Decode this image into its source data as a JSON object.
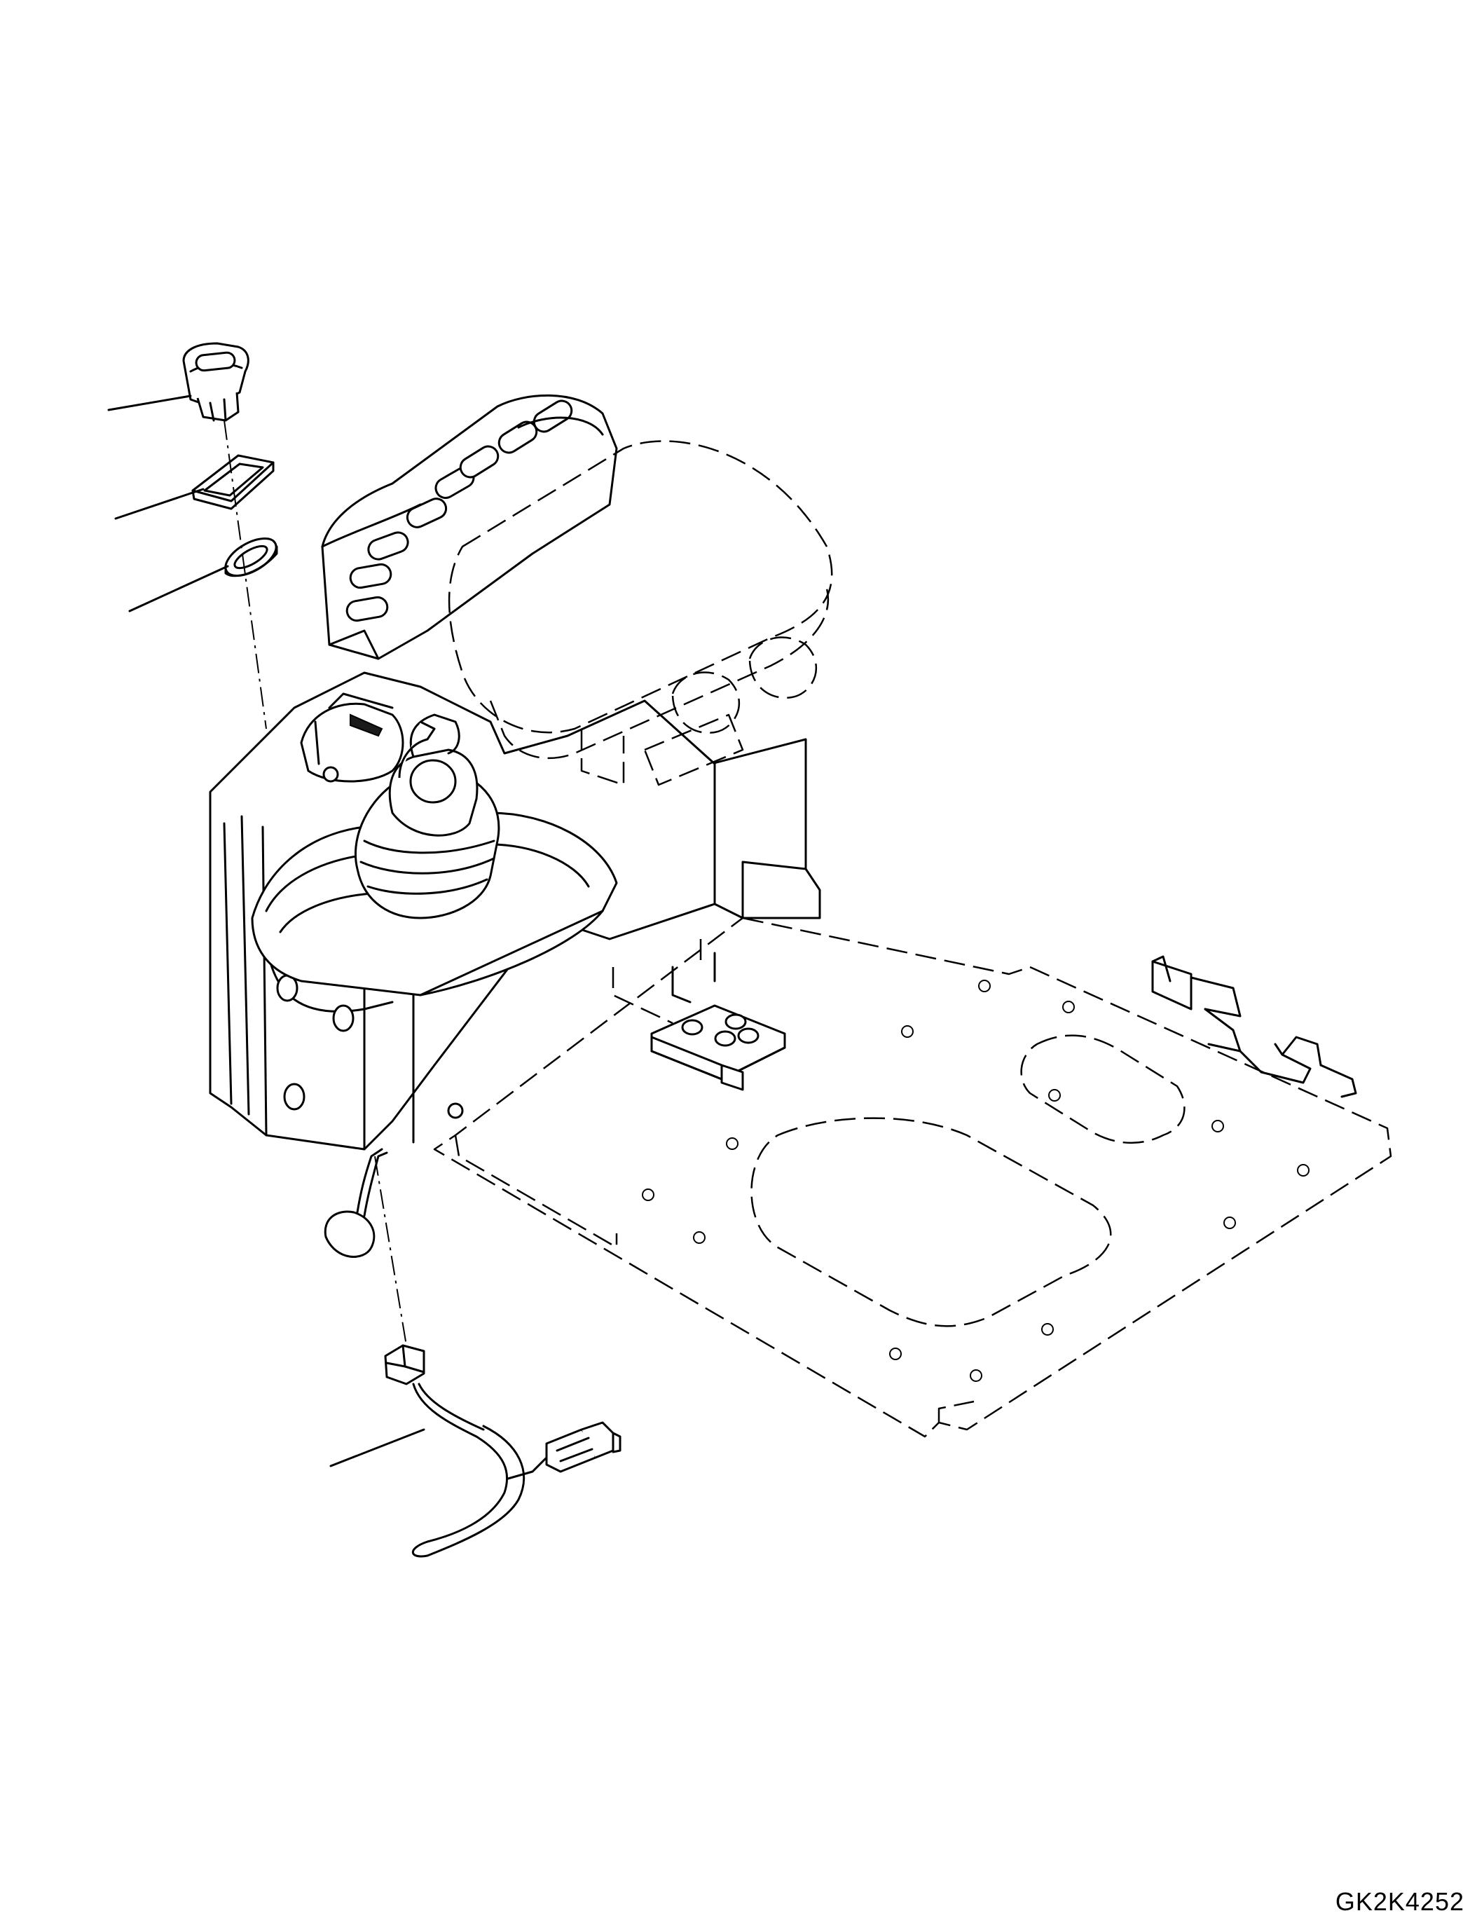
{
  "drawing": {
    "id": "GK2K4252",
    "callouts": [
      {
        "part": "switch"
      },
      {
        "part": "switch-bezel"
      },
      {
        "part": "switch-seal"
      },
      {
        "part": "wiring-harness"
      }
    ]
  }
}
